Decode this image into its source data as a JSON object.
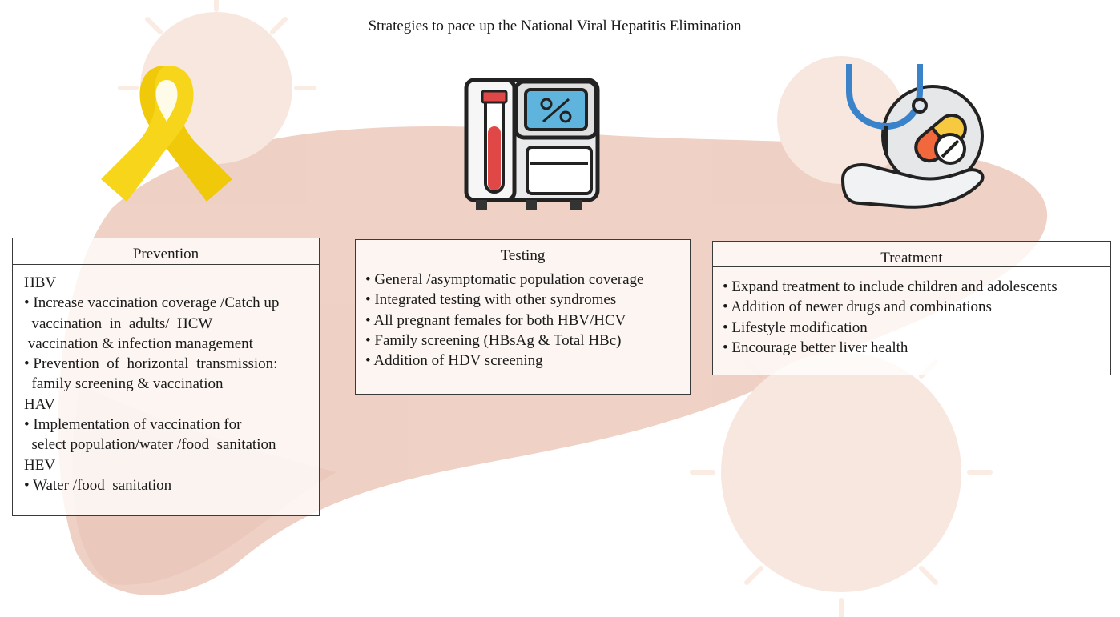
{
  "title": "Strategies to pace up the National Viral Hepatitis Elimination",
  "icons": {
    "prevention": "awareness-ribbon-icon",
    "testing": "diagnostic-analyzer-icon",
    "treatment": "stethoscope-pill-hand-icon"
  },
  "colors": {
    "ribbon": "#f2cc0c",
    "liver_bg": "#e9c0ad",
    "virus_bg": "#f5dfd2",
    "analyzer_screen": "#5fb4de",
    "blood_tube": "#e04848",
    "stethoscope": "#3a82c9",
    "pill_orange": "#f0683c",
    "pill_yellow": "#f6c940"
  },
  "panels": {
    "prevention": {
      "header": "Prevention",
      "lines": [
        "HBV",
        "• Increase vaccination coverage /Catch up",
        "  vaccination  in  adults/  HCW",
        " vaccination & infection management",
        "• Prevention  of  horizontal  transmission:",
        "  family screening & vaccination",
        "HAV",
        "• Implementation of vaccination for",
        "  select population/water /food  sanitation",
        "HEV",
        "• Water /food  sanitation"
      ]
    },
    "testing": {
      "header": "Testing",
      "lines": [
        "• General /asymptomatic population coverage",
        "• Integrated testing with other syndromes",
        "• All pregnant females for both HBV/HCV",
        "• Family screening (HBsAg & Total HBc)",
        "• Addition of HDV screening"
      ]
    },
    "treatment": {
      "header": "Treatment",
      "lines": [
        "• Expand treatment to include children and adolescents",
        "• Addition of newer drugs and combinations",
        "• Lifestyle modification",
        "• Encourage better liver health"
      ]
    }
  }
}
